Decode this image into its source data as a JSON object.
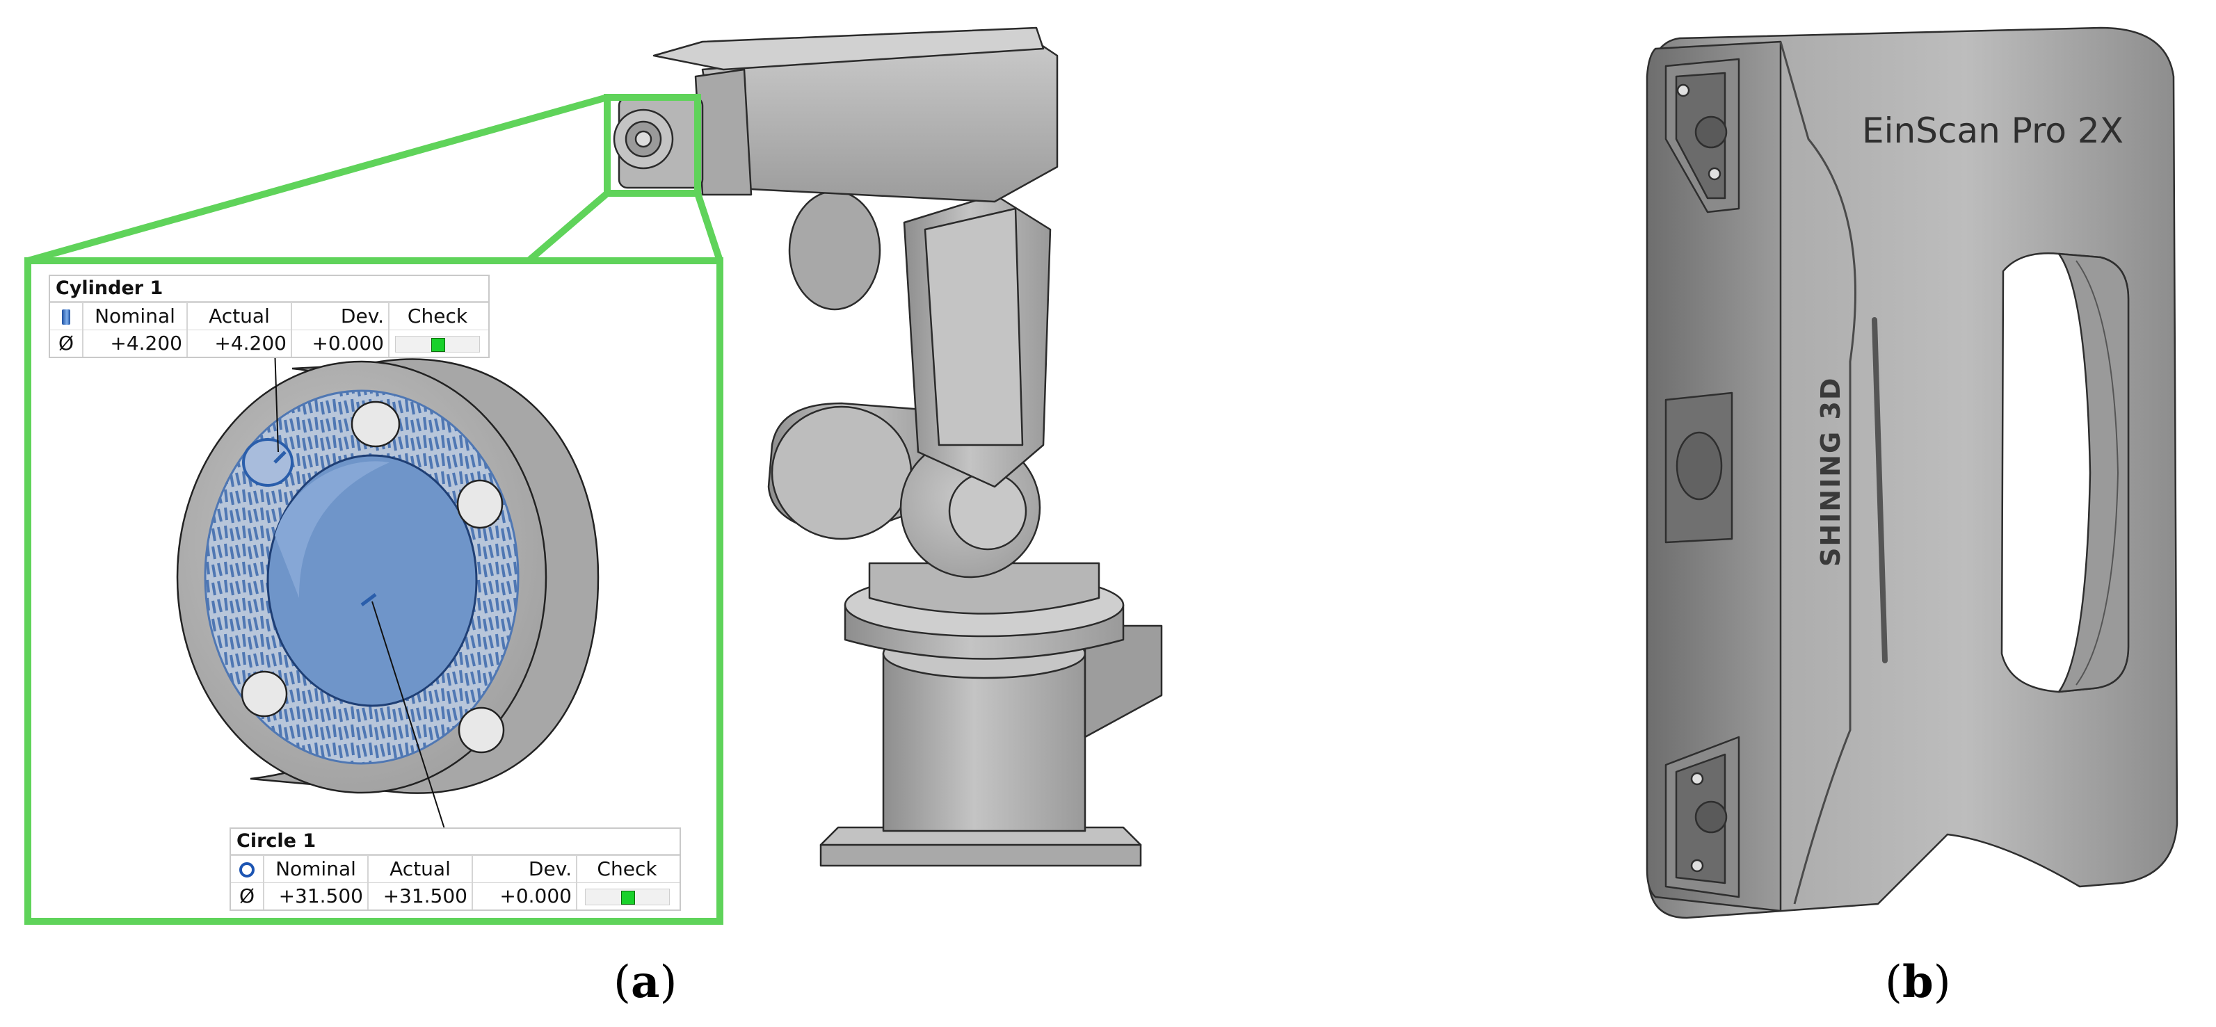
{
  "colors": {
    "zoom_frame": "#5fd35a",
    "part_gray": "#b5b5b5",
    "measure_blue": "#4f77b3",
    "check_ok": "#19d12b"
  },
  "panels": {
    "a": {
      "label": "a",
      "open": "(",
      "close": ")"
    },
    "b": {
      "label": "b",
      "open": "(",
      "close": ")"
    }
  },
  "cylinder_table": {
    "title": "Cylinder 1",
    "icon": "cylinder-icon",
    "headers": [
      "Nominal",
      "Actual",
      "Dev.",
      "Check"
    ],
    "row": {
      "symbol": "Ø",
      "nominal": "+4.200",
      "actual": "+4.200",
      "dev": "+0.000"
    }
  },
  "circle_table": {
    "title": "Circle 1",
    "icon": "circle-icon",
    "headers": [
      "Nominal",
      "Actual",
      "Dev.",
      "Check"
    ],
    "row": {
      "symbol": "Ø",
      "nominal": "+31.500",
      "actual": "+31.500",
      "dev": "+0.000"
    }
  },
  "scanner": {
    "model_text": "EinScan Pro 2X",
    "brand_text": "SHINING 3D"
  }
}
